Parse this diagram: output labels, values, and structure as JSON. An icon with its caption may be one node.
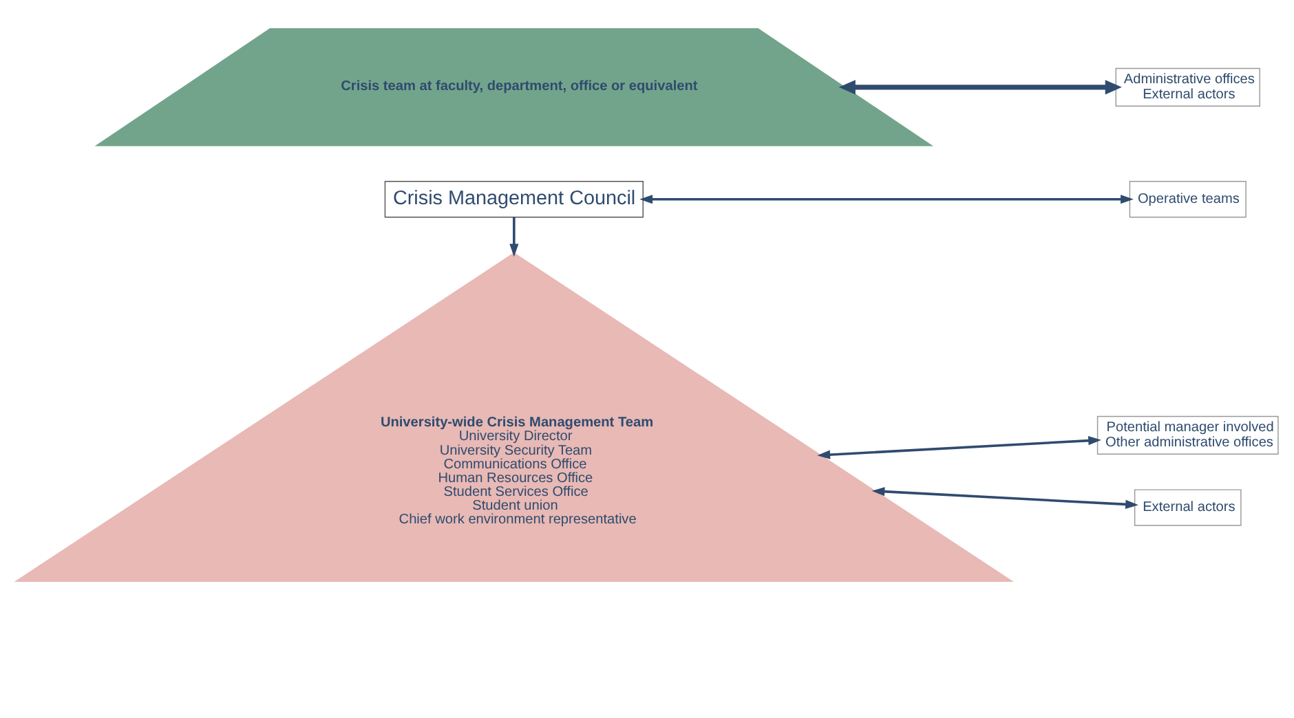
{
  "diagram": {
    "nodes": [
      {
        "text": [
          "Crisis Management Council"
        ]
      },
      {
        "text": [
          "Operative teams"
        ]
      },
      {
        "text": [
          "University-wide Crisis Management Team",
          "University Director",
          "University Security Team",
          "Communications Office",
          "Human Resources Office",
          "Student Services Office",
          "Student union",
          "Chief work environment representative"
        ]
      },
      {
        "text": [
          "Crisis team at faculty, department, office or equivalent"
        ]
      },
      {
        "text": [
          "Potential manager involved",
          "Other administrative offices"
        ]
      },
      {
        "text": [
          "External actors"
        ]
      },
      {
        "text": [
          "Administrative offices",
          "External actors"
        ]
      }
    ],
    "edges": [
      {
        "from": 0,
        "to": 1,
        "arrow": "both"
      },
      {
        "from": 0,
        "to": 2,
        "arrow": "to"
      },
      {
        "from": 2,
        "to": 4,
        "arrow": "both"
      },
      {
        "from": 2,
        "to": 5,
        "arrow": "both"
      },
      {
        "from": 3,
        "to": 6,
        "arrow": "both",
        "style": "thick"
      }
    ]
  }
}
